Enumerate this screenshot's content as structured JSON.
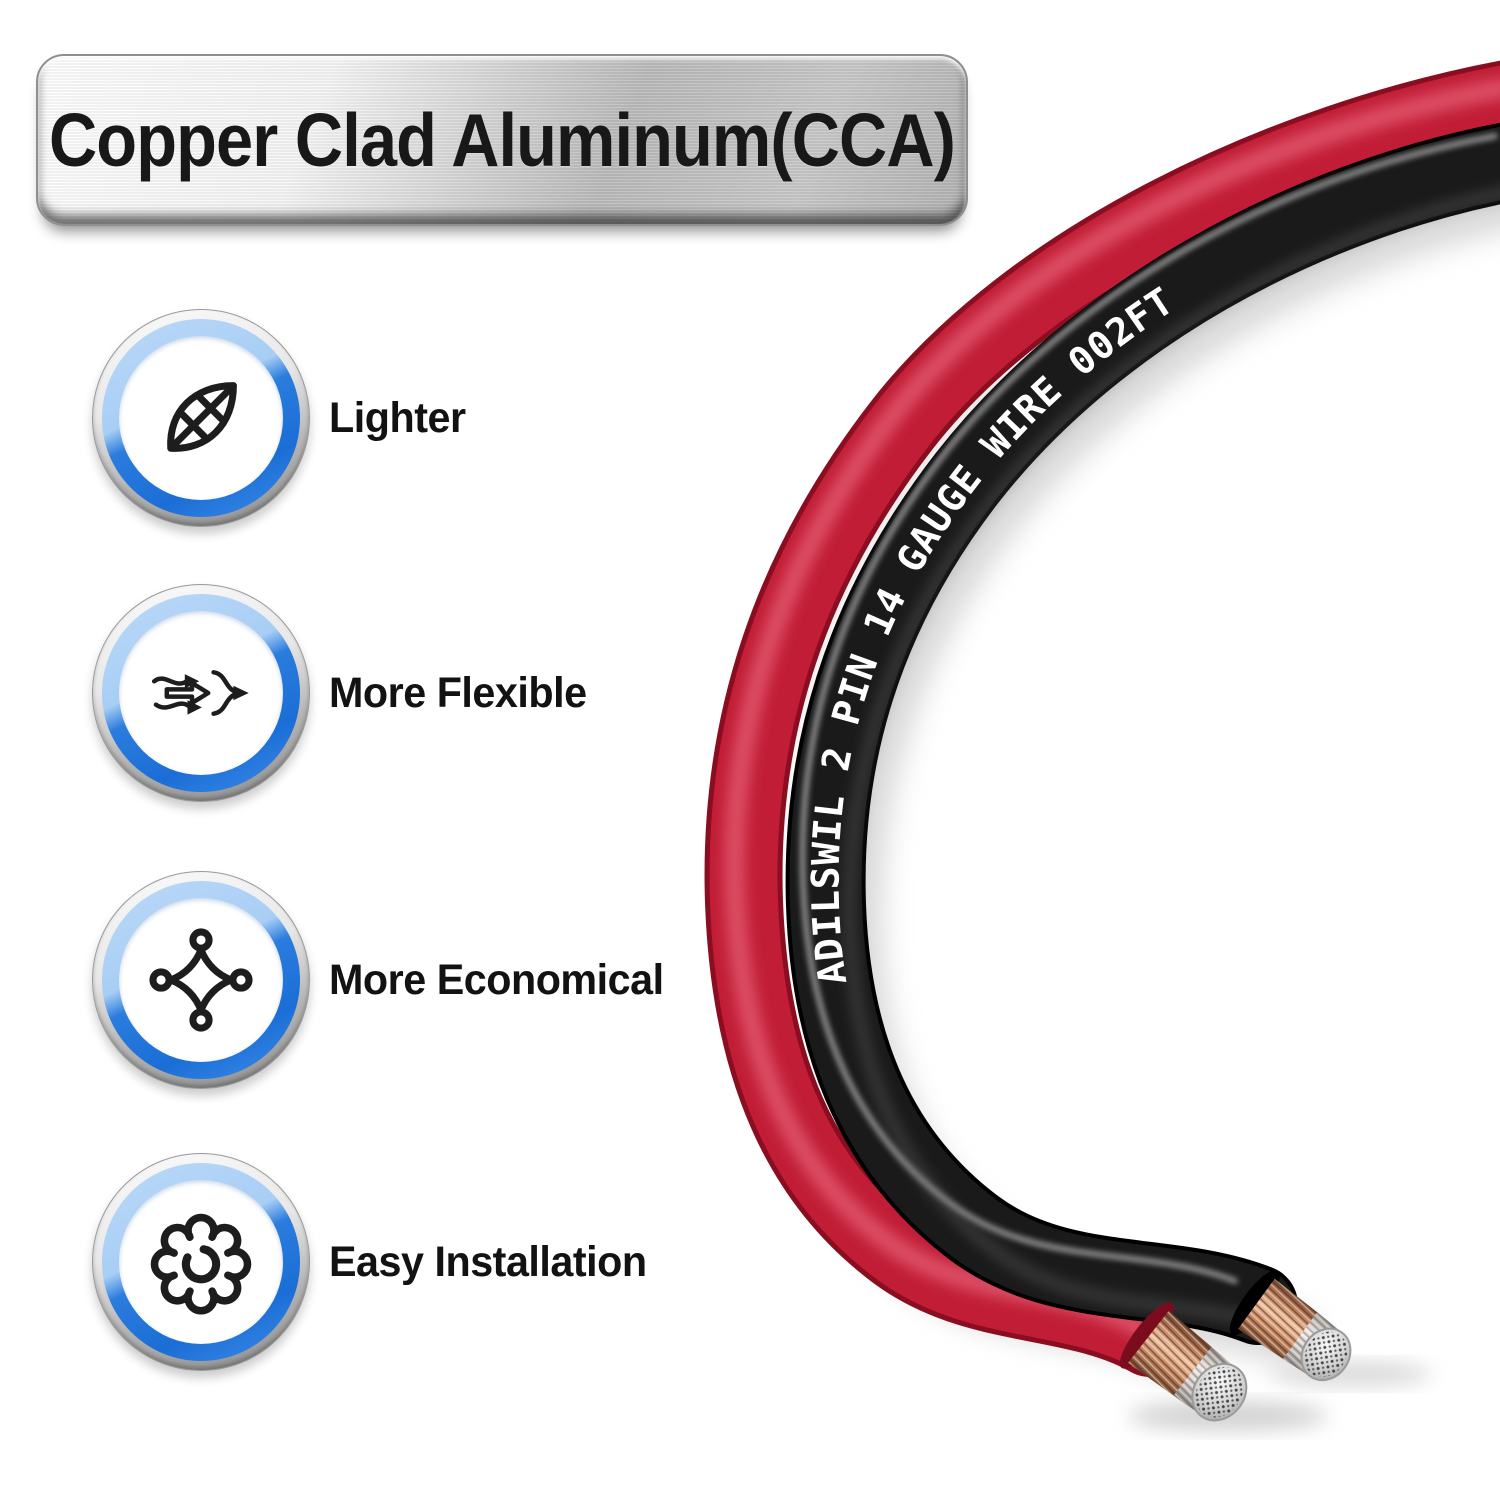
{
  "banner": {
    "title": "Copper Clad Aluminum(CCA)"
  },
  "features": [
    {
      "label": "Lighter",
      "icon": "leaf-icon"
    },
    {
      "label": "More Flexible",
      "icon": "flex-arrows-icon"
    },
    {
      "label": "More Economical",
      "icon": "network-diamond-icon"
    },
    {
      "label": "Easy Installation",
      "icon": "gear-rotate-icon"
    }
  ],
  "product": {
    "wire_print_text": "ADILSWIL 2 PIN 14 GAUGE WIRE 002FT",
    "wires": [
      {
        "name": "red-wire",
        "color": "#c11d36"
      },
      {
        "name": "black-wire",
        "color": "#141414"
      }
    ]
  },
  "colors": {
    "background": "#ffffff",
    "accent_blue": "#1e74da",
    "accent_blue_light": "#a8cef5",
    "banner_metal": "#cccccc",
    "banner_text": "#181818",
    "wire_red": "#c11d36",
    "wire_red_dark": "#8a0d20",
    "wire_black": "#141414",
    "wire_print": "#ffffff",
    "copper": "#c98d6d",
    "tip_silver": "#d9d9d9"
  }
}
